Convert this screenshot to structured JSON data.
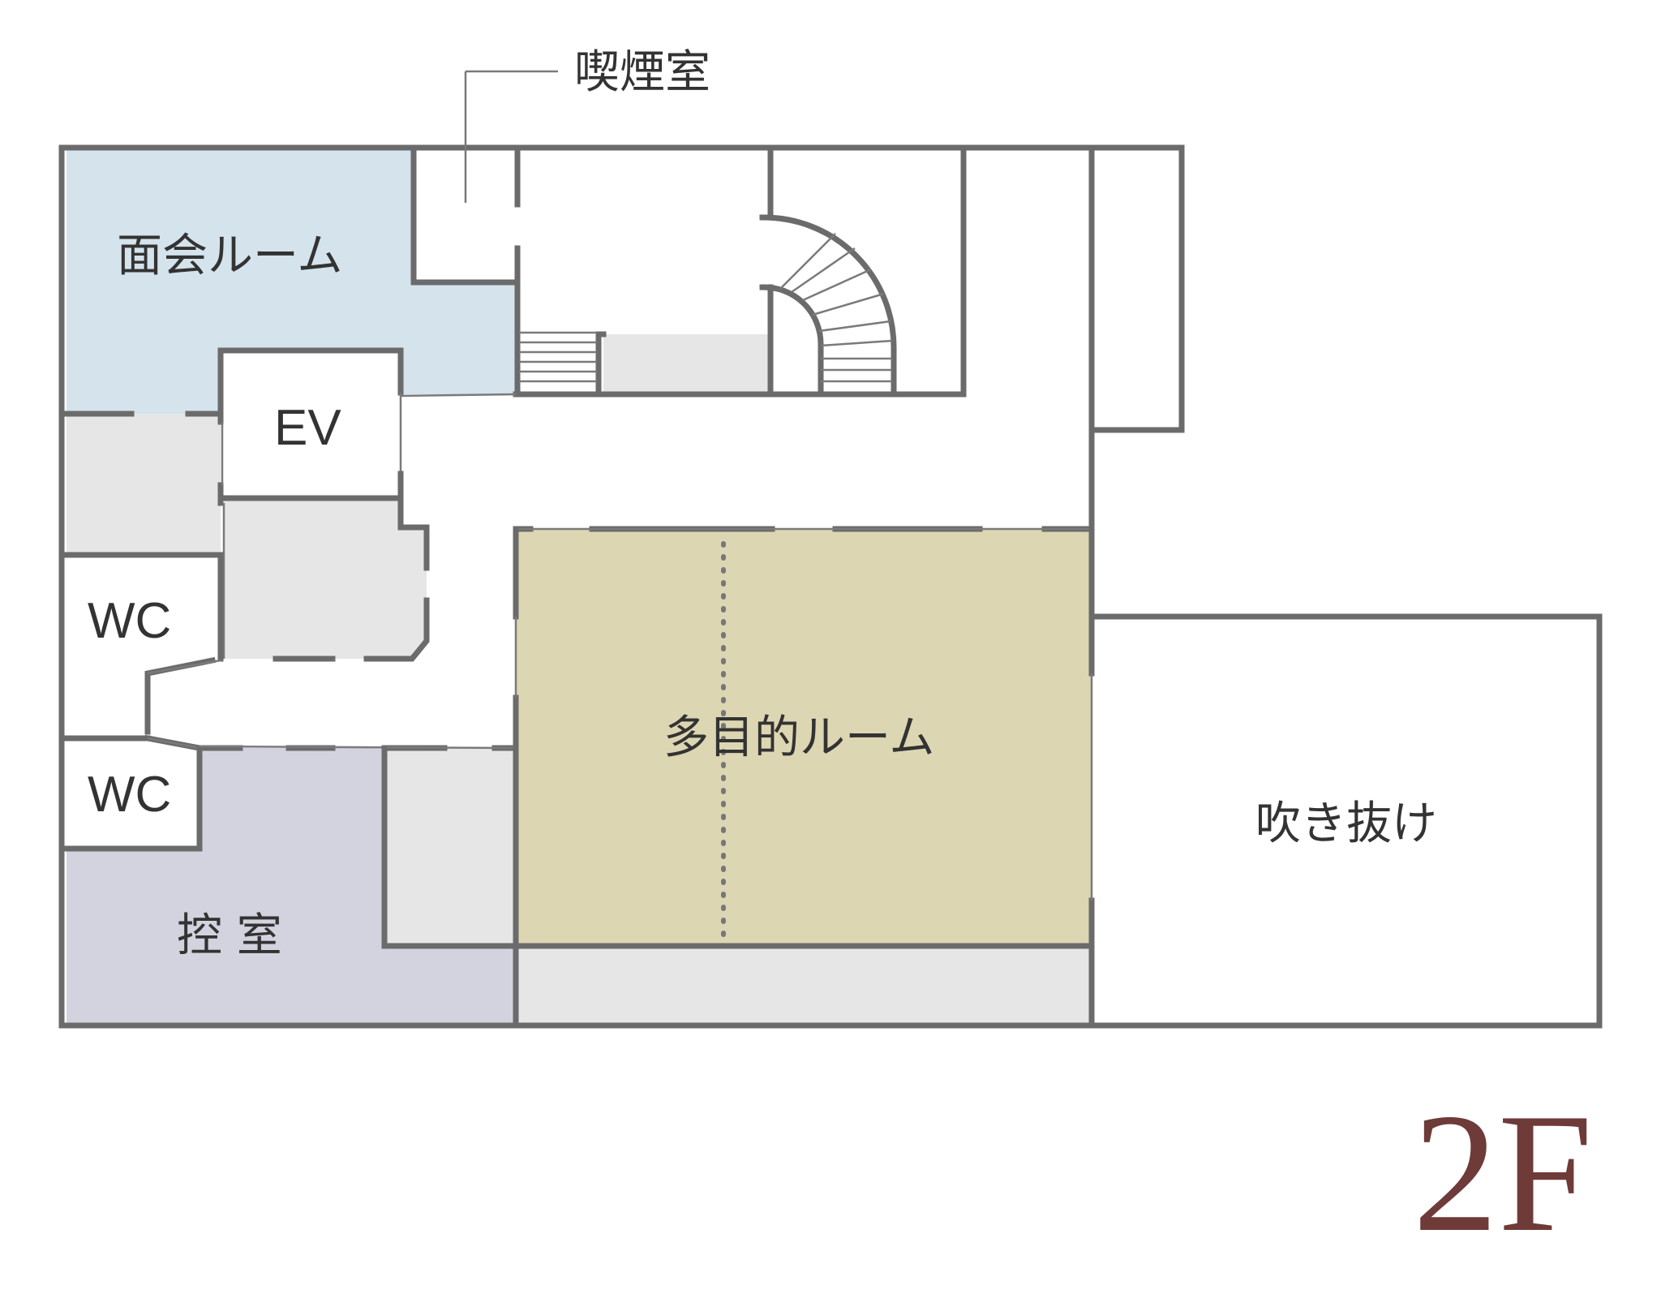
{
  "floor": {
    "label": "2F"
  },
  "rooms": {
    "meeting_room": "面会ルーム",
    "smoking_room": "喫煙室",
    "elevator": "EV",
    "wc_upper": "WC",
    "wc_lower": "WC",
    "waiting_room": "控 室",
    "multipurpose_room": "多目的ルーム",
    "atrium": "吹き抜け"
  },
  "colors": {
    "wall": "#6b6b6b",
    "meeting_room_fill": "#d4e3ec",
    "multipurpose_room_fill": "#ddd6b3",
    "waiting_room_fill": "#d3d3df",
    "service_fill": "#e6e6e6",
    "floor_label": "#6e3b38"
  }
}
